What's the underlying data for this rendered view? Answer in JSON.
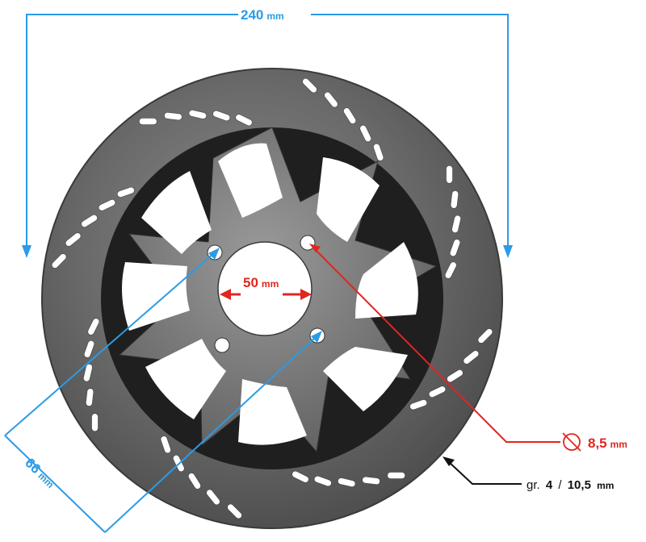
{
  "diagram": {
    "outer_diameter": {
      "value": "240",
      "unit": "mm"
    },
    "center_bore": {
      "value": "50",
      "unit": "mm"
    },
    "bolt_circle": {
      "value": "66",
      "unit": "mm"
    },
    "bolt_hole": {
      "value": "8,5",
      "unit": "mm"
    },
    "thickness": {
      "prefix": "gr.",
      "min": "4",
      "separator": "/",
      "max": "10,5",
      "unit": "mm"
    }
  },
  "colors": {
    "dimension_blue": "#2b9be6",
    "dimension_red": "#e0261f",
    "dimension_black": "#111111",
    "disc_steel": "#6e6e6e",
    "disc_dark": "#1f1f1f"
  }
}
